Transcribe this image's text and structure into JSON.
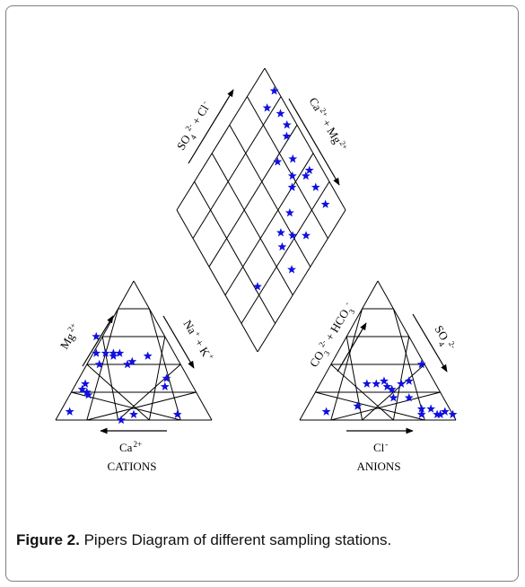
{
  "caption": {
    "label": "Figure 2.",
    "text": " Pipers Diagram of different sampling stations."
  },
  "colors": {
    "points": "#1010e0",
    "lines": "#000000"
  },
  "chart_data": {
    "type": "scatter",
    "grid": true,
    "grid_divisions": 5,
    "marker": "star",
    "cation_triangle": {
      "label": "CATIONS",
      "axes": {
        "left": {
          "base": "Mg",
          "sup": "2+"
        },
        "right": {
          "base": "Na",
          "sup": "+",
          "tail": " + K",
          "sup2": "+"
        },
        "bottom": {
          "base": "Ca",
          "sup": "2+"
        }
      },
      "points_pct": [
        {
          "Ca": 88,
          "Mg": 6,
          "NaK": 6
        },
        {
          "Ca": 72,
          "Mg": 22,
          "NaK": 6
        },
        {
          "Ca": 70,
          "Mg": 20,
          "NaK": 10
        },
        {
          "Ca": 68,
          "Mg": 26,
          "NaK": 6
        },
        {
          "Ca": 70,
          "Mg": 18,
          "NaK": 12
        },
        {
          "Ca": 58,
          "Mg": 0,
          "NaK": 42
        },
        {
          "Ca": 48,
          "Mg": 4,
          "NaK": 48
        },
        {
          "Ca": 52,
          "Mg": 40,
          "NaK": 8
        },
        {
          "Ca": 50,
          "Mg": 48,
          "NaK": 2
        },
        {
          "Ca": 44,
          "Mg": 60,
          "NaK": -4
        },
        {
          "Ca": 44,
          "Mg": 48,
          "NaK": 8
        },
        {
          "Ca": 39,
          "Mg": 48,
          "NaK": 13
        },
        {
          "Ca": 35,
          "Mg": 48,
          "NaK": 17
        },
        {
          "Ca": 40,
          "Mg": 46,
          "NaK": 14
        },
        {
          "Ca": 34,
          "Mg": 40,
          "NaK": 26
        },
        {
          "Ca": 30,
          "Mg": 42,
          "NaK": 28
        },
        {
          "Ca": 20,
          "Mg": 4,
          "NaK": 76
        },
        {
          "Ca": 14,
          "Mg": 30,
          "NaK": 56
        },
        {
          "Ca": 18,
          "Mg": 24,
          "NaK": 58
        },
        {
          "Ca": 18,
          "Mg": 46,
          "NaK": 36
        }
      ]
    },
    "anion_triangle": {
      "label": "ANIONS",
      "axes": {
        "left": {
          "pre": "CO",
          "sub": "3",
          "sup": "2-",
          "tail": " + HCO",
          "sub2": "3",
          "sup2": "-"
        },
        "right": {
          "base": "SO",
          "sub": "4",
          "sup": "2-"
        },
        "bottom": {
          "base": "Cl",
          "sup": "-"
        }
      },
      "points_pct": [
        {
          "Cl": 14,
          "SO4": 6,
          "CO3HCO3": 80
        },
        {
          "Cl": 32,
          "SO4": 10,
          "CO3HCO3": 58
        },
        {
          "Cl": 30,
          "SO4": 26,
          "CO3HCO3": 44
        },
        {
          "Cl": 36,
          "SO4": 26,
          "CO3HCO3": 38
        },
        {
          "Cl": 40,
          "SO4": 28,
          "CO3HCO3": 32
        },
        {
          "Cl": 44,
          "SO4": 24,
          "CO3HCO3": 32
        },
        {
          "Cl": 48,
          "SO4": 22,
          "CO3HCO3": 30
        },
        {
          "Cl": 52,
          "SO4": 16,
          "CO3HCO3": 32
        },
        {
          "Cl": 52,
          "SO4": 26,
          "CO3HCO3": 22
        },
        {
          "Cl": 56,
          "SO4": 28,
          "CO3HCO3": 16
        },
        {
          "Cl": 58,
          "SO4": 40,
          "CO3HCO3": 2
        },
        {
          "Cl": 62,
          "SO4": 16,
          "CO3HCO3": 22
        },
        {
          "Cl": 74,
          "SO4": 8,
          "CO3HCO3": 18
        },
        {
          "Cl": 76,
          "SO4": 4,
          "CO3HCO3": 20
        },
        {
          "Cl": 80,
          "SO4": 8,
          "CO3HCO3": 12
        },
        {
          "Cl": 86,
          "SO4": 4,
          "CO3HCO3": 10
        },
        {
          "Cl": 88,
          "SO4": 4,
          "CO3HCO3": 8
        },
        {
          "Cl": 90,
          "SO4": 6,
          "CO3HCO3": 4
        },
        {
          "Cl": 96,
          "SO4": 4,
          "CO3HCO3": 0
        }
      ]
    },
    "diamond": {
      "axes": {
        "upper_left": {
          "pre": "SO",
          "sub": "4",
          "sup": "2-",
          "tail": " + Cl",
          "sup2": "-"
        },
        "upper_right": {
          "pre": "Ca",
          "sup": "2+",
          "tail": " + Mg",
          "sup2": "2+"
        }
      },
      "points_pct": [
        {
          "SO4Cl": 98,
          "CaMg": 86
        },
        {
          "SO4Cl": 88,
          "CaMg": 84
        },
        {
          "SO4Cl": 94,
          "CaMg": 74
        },
        {
          "SO4Cl": 94,
          "CaMg": 66
        },
        {
          "SO4Cl": 76,
          "CaMg": 58
        },
        {
          "SO4Cl": 90,
          "CaMg": 62
        },
        {
          "SO4Cl": 66,
          "CaMg": 32
        },
        {
          "SO4Cl": 76,
          "CaMg": 40
        },
        {
          "SO4Cl": 80,
          "CaMg": 44
        },
        {
          "SO4Cl": 86,
          "CaMg": 50
        },
        {
          "SO4Cl": 88,
          "CaMg": 36
        },
        {
          "SO4Cl": 92,
          "CaMg": 36
        },
        {
          "SO4Cl": 90,
          "CaMg": 26
        },
        {
          "SO4Cl": 90,
          "CaMg": 14
        },
        {
          "SO4Cl": 60,
          "CaMg": 22
        },
        {
          "SO4Cl": 54,
          "CaMg": 30
        },
        {
          "SO4Cl": 50,
          "CaMg": 24
        },
        {
          "SO4Cl": 68,
          "CaMg": 14
        },
        {
          "SO4Cl": 22,
          "CaMg": 24
        },
        {
          "SO4Cl": 48,
          "CaMg": 10
        }
      ]
    }
  }
}
